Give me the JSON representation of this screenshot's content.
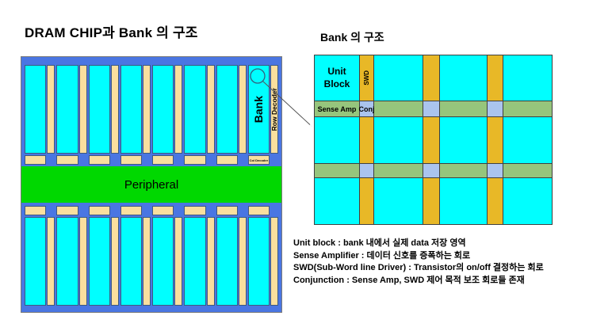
{
  "left_diagram": {
    "title": "DRAM CHIP과 Bank 의 구조",
    "bank_count_per_row": 8,
    "bank_rows": 2,
    "bank_label": "Bank",
    "row_decoder_label": "Row Decoder",
    "col_decoder_label": "Col Decoder",
    "peripheral_label": "Peripheral"
  },
  "right_diagram": {
    "title": "Bank 의 구조",
    "unit_block_label": "Unit\nBlock",
    "swd_label": "SWD",
    "sense_amp_label": "Sense Amp",
    "conj_label": "Conj",
    "col_types": [
      "cyan",
      "swd",
      "cyan",
      "swd",
      "cyan",
      "swd",
      "cyan"
    ],
    "row_types": [
      "cyan",
      "sense",
      "cyan",
      "sense",
      "cyan"
    ]
  },
  "legend": {
    "lines": [
      "Unit block : bank 내에서 실제 data 저장 영역",
      "Sense Amplifier : 데이터 신호를 증폭하는 회로",
      "SWD(Sub-Word line Driver) : Transistor의 on/off 결정하는 회로",
      "Conjunction : Sense Amp, SWD 제어 목적 보조 회로들 존재"
    ]
  },
  "colors": {
    "chip_blue": "#4a76e2",
    "cell_cyan": "#00ffff",
    "decoder_tan": "#fadf9e",
    "peripheral_green": "#00d800",
    "swd_yellow": "#e8b827",
    "sense_green": "#96c57c",
    "conj_blue": "#aac4ee",
    "thin_line": "#3d5a80",
    "grid_line": "#3f3f3f"
  }
}
